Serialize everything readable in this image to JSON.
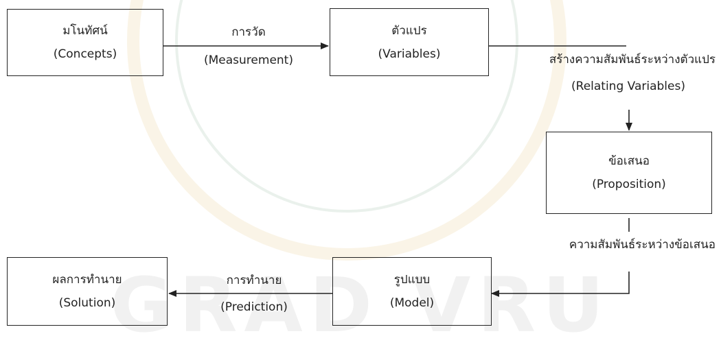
{
  "watermark": {
    "text": "GRAD VRU",
    "seal_colors": [
      "#e1c478",
      "#8cb496"
    ]
  },
  "nodes": {
    "concepts": {
      "th": "มโนทัศน์",
      "en": "(Concepts)"
    },
    "variables": {
      "th": "ตัวแปร",
      "en": "(Variables)"
    },
    "proposition": {
      "th": "ข้อเสนอ",
      "en": "(Proposition)"
    },
    "model": {
      "th": "รูปแบบ",
      "en": "(Model)"
    },
    "solution": {
      "th": "ผลการทำนาย",
      "en": "(Solution)"
    }
  },
  "edges": {
    "measurement": {
      "th": "การวัด",
      "en": "(Measurement)"
    },
    "relating": {
      "th": "สร้างความสัมพันธ์ระหว่างตัวแปร",
      "en": "(Relating Variables)"
    },
    "relation_between_propositions": {
      "th": "ความสัมพันธ์ระหว่างข้อเสนอ"
    },
    "prediction": {
      "th": "การทำนาย",
      "en": "(Prediction)"
    }
  },
  "colors": {
    "line": "#222222"
  }
}
